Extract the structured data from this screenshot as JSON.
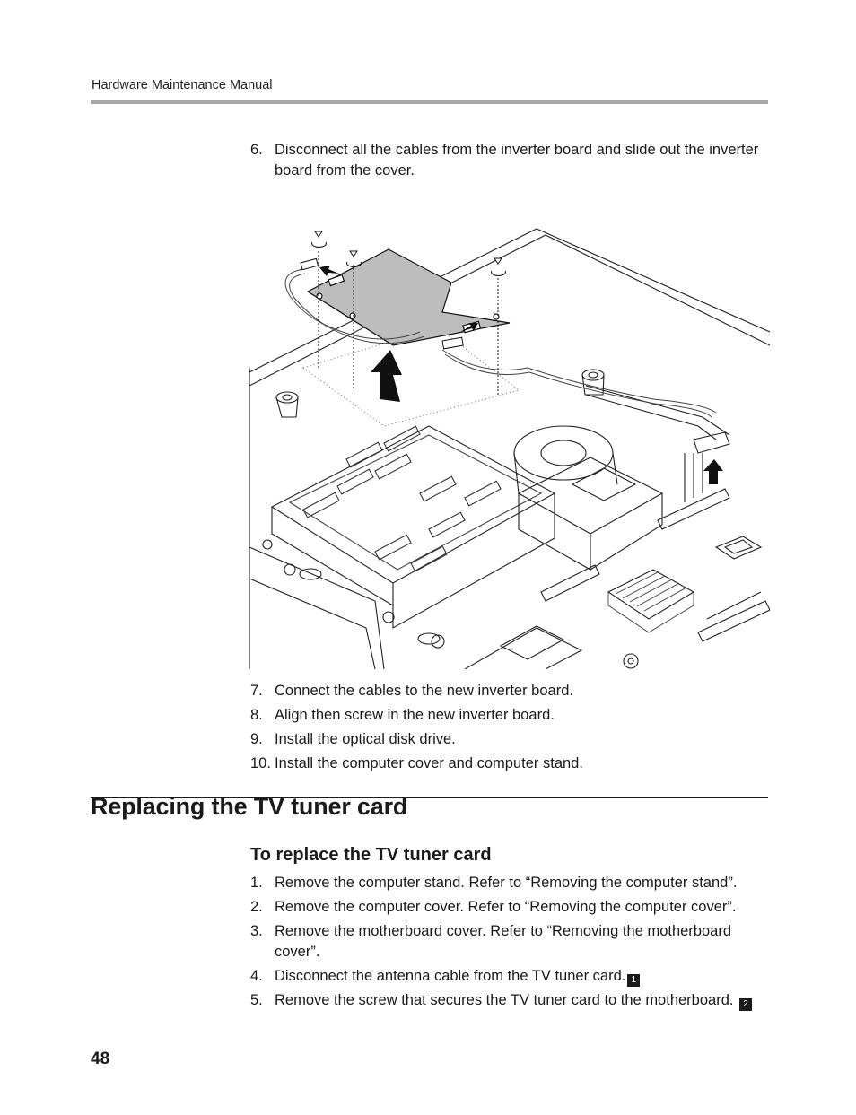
{
  "header": {
    "title": "Hardware Maintenance Manual"
  },
  "step6": {
    "number": "6.",
    "text": "Disconnect all the cables from the inverter board and slide out the inverter board from the cover."
  },
  "steps_after_figure": [
    {
      "number": "7.",
      "text": "Connect the cables to the new inverter board."
    },
    {
      "number": "8.",
      "text": "Align then screw in the new inverter board."
    },
    {
      "number": "9.",
      "text": "Install the optical disk drive."
    },
    {
      "number": "10.",
      "text": "Install the computer cover and computer stand."
    }
  ],
  "section": {
    "title": "Replacing the TV tuner card"
  },
  "subsection": {
    "title": "To replace the TV tuner card"
  },
  "tv_steps": [
    {
      "number": "1.",
      "text": "Remove the computer stand. Refer to “Removing the computer stand”."
    },
    {
      "number": "2.",
      "text": "Remove the computer cover. Refer to “Removing the computer cover”."
    },
    {
      "number": "3.",
      "text": "Remove the motherboard cover. Refer to “Removing the motherboard cover”."
    },
    {
      "number": "4.",
      "text": "Disconnect the antenna cable from the TV tuner card.",
      "callout": "1"
    },
    {
      "number": "5.",
      "text": "Remove the screw that secures the TV tuner card to the motherboard.",
      "callout": "2"
    }
  ],
  "page_number": "48"
}
